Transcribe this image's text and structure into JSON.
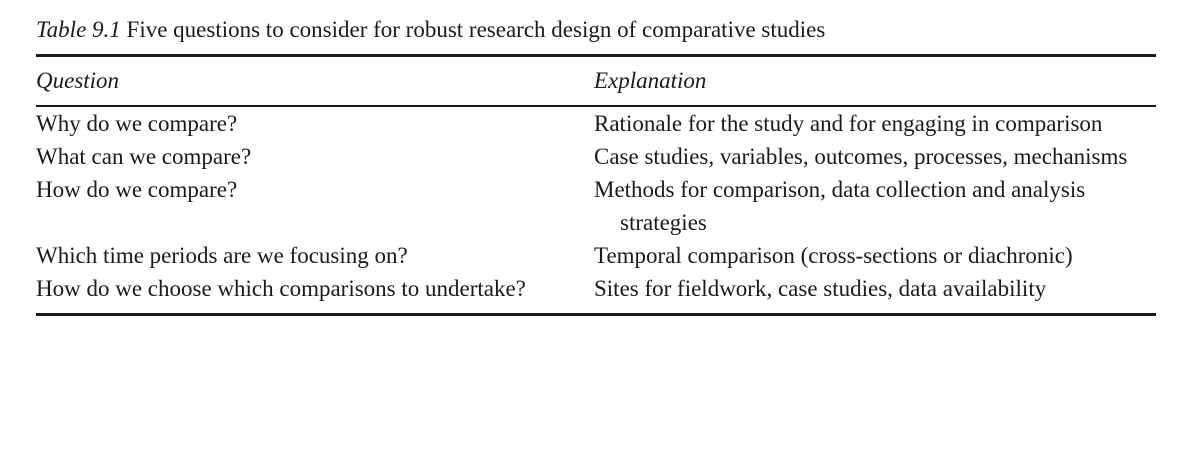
{
  "table": {
    "caption_label": "Table 9.1",
    "caption_text": "Five questions to consider for robust research design of comparative studies",
    "headers": [
      "Question",
      "Explanation"
    ],
    "rows": [
      [
        "Why do we compare?",
        "Rationale for the study and for engaging in comparison"
      ],
      [
        "What can we compare?",
        "Case studies, variables, outcomes, processes, mechanisms"
      ],
      [
        "How do we compare?",
        "Methods for comparison, data collection and analysis strategies"
      ],
      [
        "Which time periods are we focusing on?",
        "Temporal comparison (cross-sections or diachronic)"
      ],
      [
        "How do we choose which comparisons to undertake?",
        "Sites for fieldwork, case studies, data availability"
      ]
    ]
  }
}
